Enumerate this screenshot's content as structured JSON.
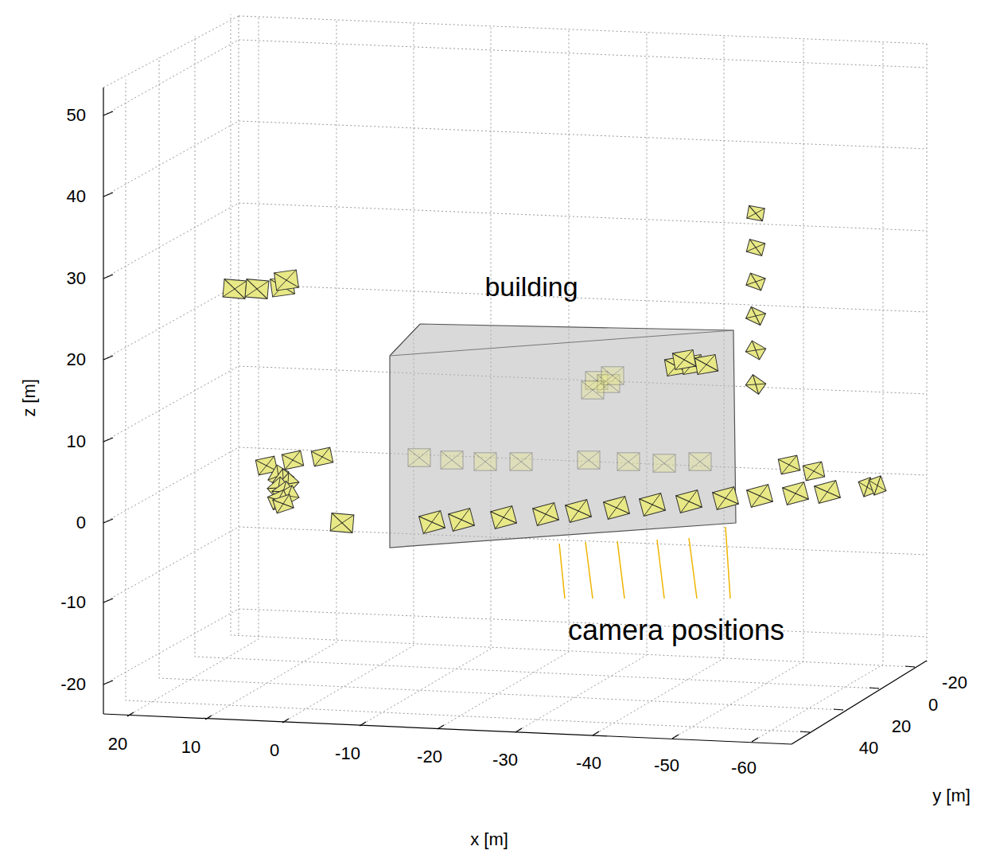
{
  "diagram": {
    "labels": [
      "50",
      "40",
      "30",
      "20",
      "10",
      "0",
      "-10",
      "-20",
      "20",
      "10",
      "0",
      "-10",
      "-20",
      "-30",
      "-40",
      "-50",
      "-60",
      "-20",
      "0",
      "20",
      "40",
      "z [m]",
      "y [m]",
      "x [m]",
      "building",
      "camera positions"
    ]
  }
}
